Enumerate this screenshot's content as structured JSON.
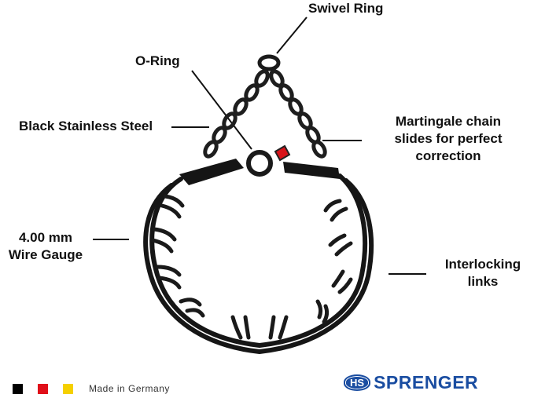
{
  "labels": {
    "swivel_ring": "Swivel Ring",
    "o_ring": "O-Ring",
    "black_stainless": "Black Stainless Steel",
    "martingale_1": "Martingale chain",
    "martingale_2": "slides for perfect",
    "martingale_3": "correction",
    "wire_gauge_1": "4.00 mm",
    "wire_gauge_2": "Wire Gauge",
    "interlocking_1": "Interlocking",
    "interlocking_2": "links"
  },
  "footer": {
    "made_in": "Made in Germany",
    "logo_badge": "HS",
    "brand": "SPRENGER",
    "flag_colors": [
      "#000000",
      "#e0101a",
      "#f5d000"
    ]
  }
}
